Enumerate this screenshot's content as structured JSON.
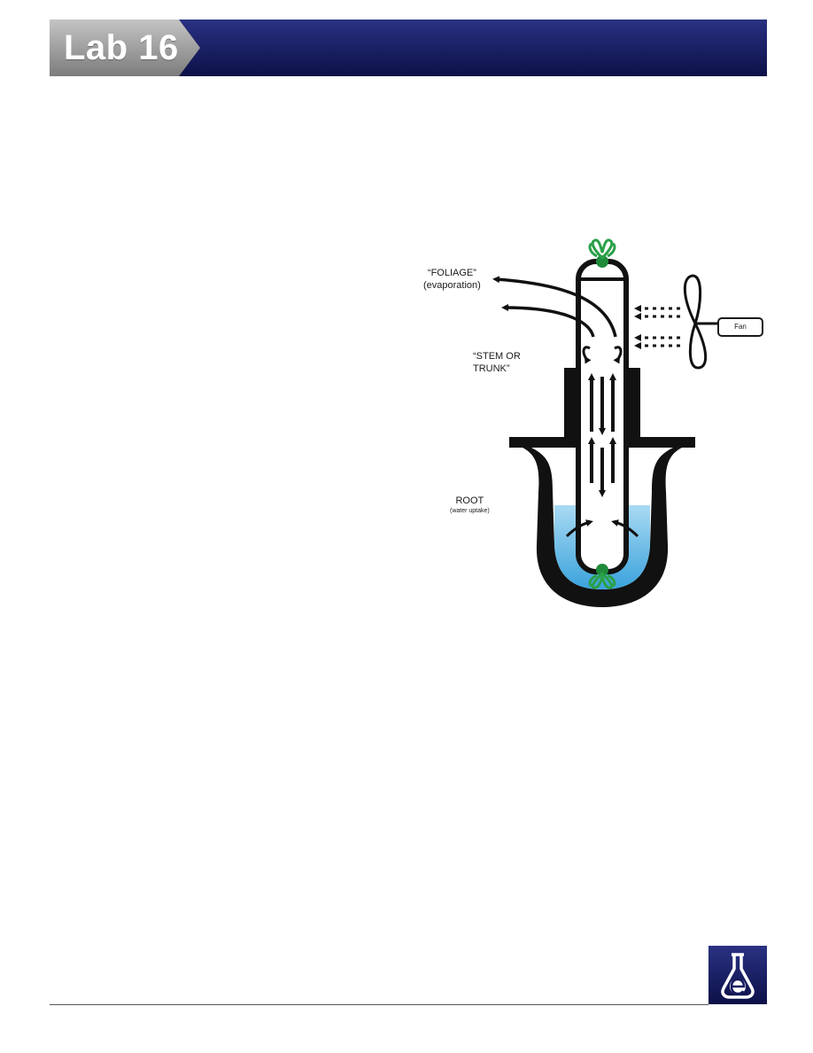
{
  "header": {
    "title": "Lab 16",
    "colors": {
      "tab_gray": "#9a9a9a",
      "bar_navy": "#141a5e"
    }
  },
  "diagram": {
    "foliage_label": "“FOLIAGE”",
    "foliage_sub": "(evaporation)",
    "stem_label_line1": "“STEM OR",
    "stem_label_line2": "TRUNK”",
    "root_label": "ROOT",
    "root_sub": "(water uptake)",
    "fan_label": "Fan",
    "colors": {
      "water": "#5fb8e6",
      "plant": "#1f8a3a",
      "ink": "#111111"
    }
  },
  "footer": {
    "logo_icon": "flask-e-logo-icon"
  }
}
